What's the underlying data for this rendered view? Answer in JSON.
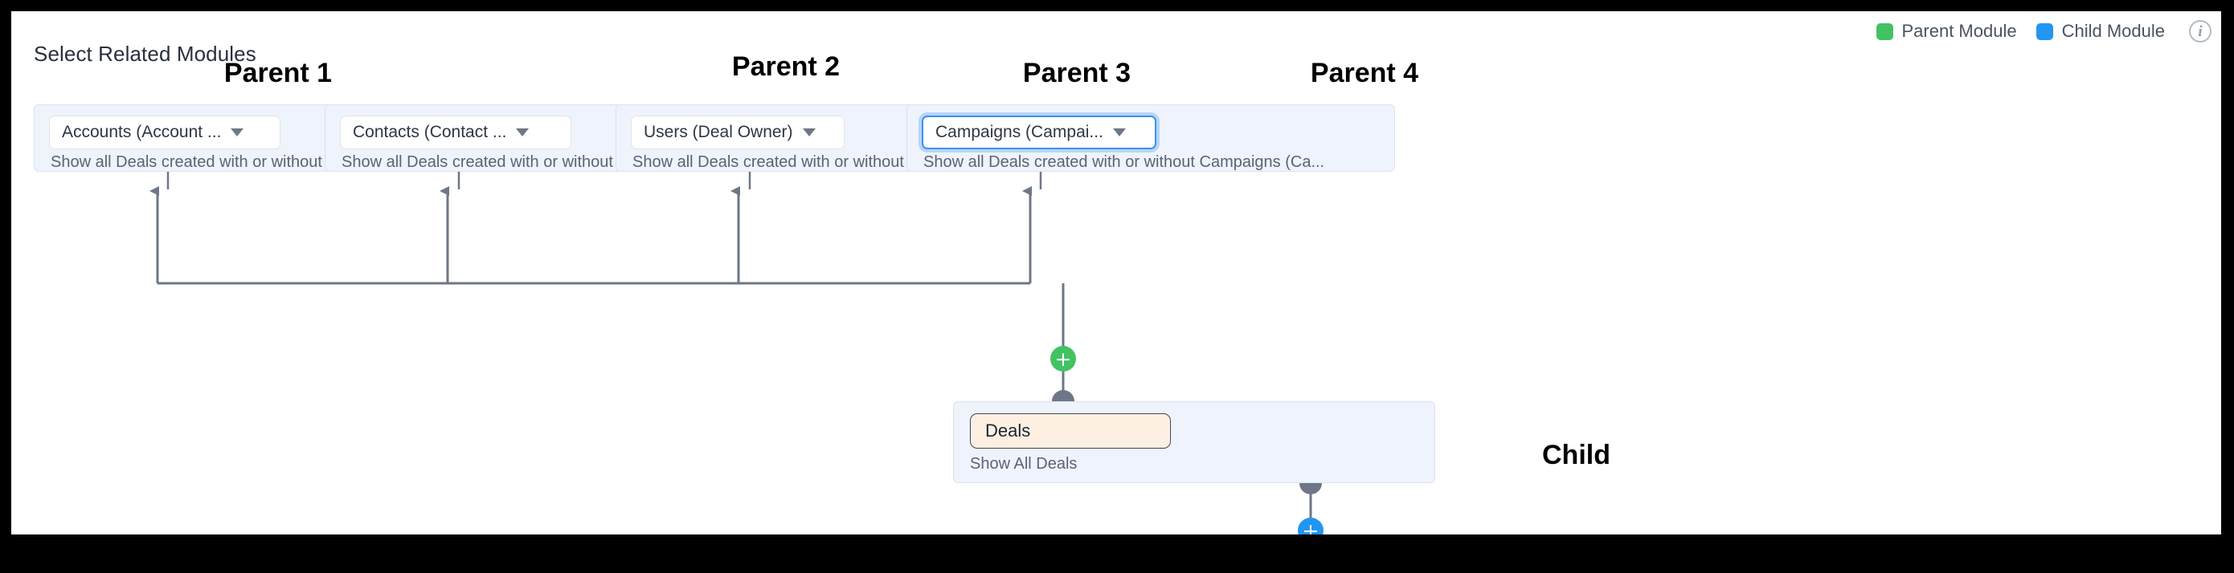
{
  "page": {
    "title": "Select Related Modules"
  },
  "legend": {
    "items": [
      {
        "label": "Parent Module",
        "color": "#41c363",
        "icon": "square-swatch"
      },
      {
        "label": "Child Module",
        "color": "#2196f3",
        "icon": "square-swatch"
      }
    ],
    "info_icon": "info-icon",
    "info_glyph": "i"
  },
  "parents": [
    {
      "heading": "Parent 1",
      "module": "Accounts (Account ...",
      "description": "Show all Deals created with or without Accounts (Acco...",
      "focused": false,
      "caret_icon": "chevron-down-icon"
    },
    {
      "heading": "Parent 2",
      "module": "Contacts (Contact ...",
      "description": "Show all Deals created with or without Contacts (Cont...",
      "focused": false,
      "caret_icon": "chevron-down-icon"
    },
    {
      "heading": "Parent 3",
      "module": "Users (Deal Owner)",
      "description": "Show all Deals created with or without Users (Deal Ow...",
      "focused": false,
      "caret_icon": "chevron-down-icon"
    },
    {
      "heading": "Parent 4",
      "module": "Campaigns (Campai...",
      "description": "Show all Deals created with or without Campaigns (Ca...",
      "focused": true,
      "caret_icon": "chevron-down-icon"
    }
  ],
  "child": {
    "heading": "Child",
    "module": "Deals",
    "description": "Show All Deals",
    "chip_color": "#fdf0e3"
  },
  "nodes": {
    "add_parent_label": "+",
    "add_child_label": "+",
    "add_parent_color": "#41c363",
    "add_child_color": "#2196f3"
  },
  "colors": {
    "card_background": "#eef3fc",
    "card_border": "#dbe3ef",
    "connector": "#6e7787",
    "focus_ring": "#3b92ef"
  }
}
